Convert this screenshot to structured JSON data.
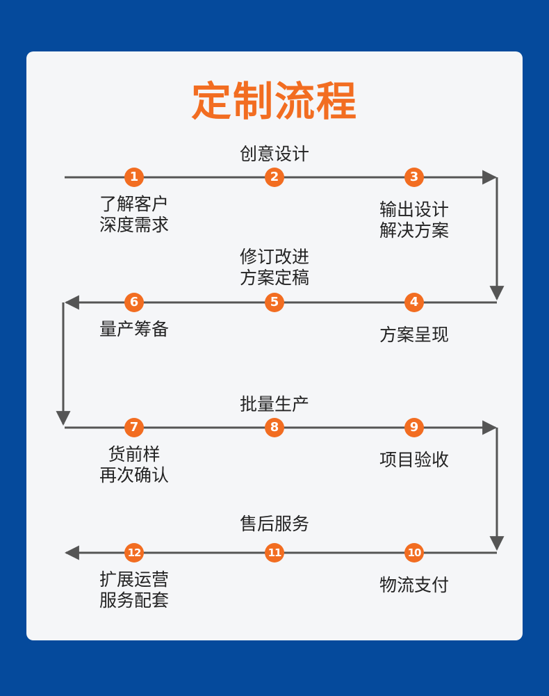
{
  "title": "定制流程",
  "colors": {
    "background": "#054a9c",
    "card": "#f5f6f8",
    "accent": "#f26d21",
    "line": "#555555"
  },
  "steps": [
    {
      "n": "1",
      "lines": [
        "了解客户",
        "深度需求"
      ]
    },
    {
      "n": "2",
      "lines": [
        "创意设计"
      ]
    },
    {
      "n": "3",
      "lines": [
        "输出设计",
        "解决方案"
      ]
    },
    {
      "n": "4",
      "lines": [
        "方案呈现"
      ]
    },
    {
      "n": "5",
      "lines": [
        "修订改进",
        "方案定稿"
      ]
    },
    {
      "n": "6",
      "lines": [
        "量产筹备"
      ]
    },
    {
      "n": "7",
      "lines": [
        "货前样",
        "再次确认"
      ]
    },
    {
      "n": "8",
      "lines": [
        "批量生产"
      ]
    },
    {
      "n": "9",
      "lines": [
        "项目验收"
      ]
    },
    {
      "n": "10",
      "lines": [
        "物流支付"
      ]
    },
    {
      "n": "11",
      "lines": [
        "售后服务"
      ]
    },
    {
      "n": "12",
      "lines": [
        "扩展运营",
        "服务配套"
      ]
    }
  ]
}
